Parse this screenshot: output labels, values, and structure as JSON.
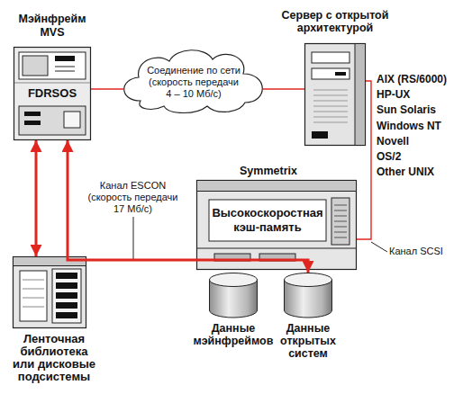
{
  "diagram": {
    "nodes": [
      {
        "text": [
          "Мэйнфрейм MVS",
          "FDRSOS"
        ]
      },
      {
        "text": [
          "Соединение по сети (скорость передачи 4 – 10 Мб/с)"
        ]
      },
      {
        "text": [
          "Сервер с открытой архитектурой"
        ]
      },
      {
        "text": [
          "Symmetrix",
          "Высокоскоростная кэш-память"
        ]
      },
      {
        "text": [
          "Ленточная библиотека или дисковые подсистемы"
        ]
      },
      {
        "text": [
          "Данные мэйнфреймов"
        ]
      },
      {
        "text": [
          "Данные открытых систем"
        ]
      }
    ],
    "edges": [
      {
        "from": 0,
        "to": 1,
        "arrow": "none"
      },
      {
        "from": 1,
        "to": 2,
        "arrow": "none"
      },
      {
        "from": 2,
        "to": 3,
        "label": "Канал SCSI",
        "arrow": "none"
      },
      {
        "from": 0,
        "to": 4,
        "arrow": "both"
      },
      {
        "from": 0,
        "to": 6,
        "label": "Канал ESCON (скорость передачи 17 Мб/с)",
        "arrow": "both"
      }
    ],
    "labels": [
      "AIX (RS/6000)",
      "HP-UX",
      "Sun Solaris",
      "Windows NT",
      "Novell",
      "OS/2",
      "Other UNIX"
    ]
  }
}
